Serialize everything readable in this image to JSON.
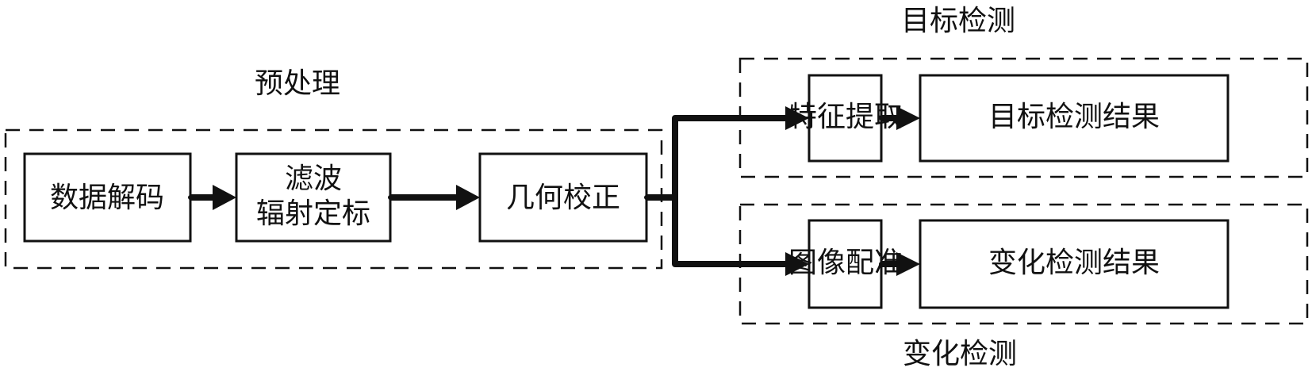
{
  "groups": {
    "preprocessing": {
      "title": "预处理"
    },
    "target_detection": {
      "title": "目标检测"
    },
    "change_detection": {
      "title": "变化检测"
    }
  },
  "nodes": {
    "data_decoding": {
      "lines": [
        "数据解码"
      ]
    },
    "filter_calibration": {
      "lines": [
        "滤波",
        "辐射定标"
      ]
    },
    "geometric_correction": {
      "lines": [
        "几何校正"
      ]
    },
    "feature_extraction": {
      "lines": [
        "特征提取"
      ]
    },
    "target_result": {
      "lines": [
        "目标检测结果"
      ]
    },
    "image_registration": {
      "lines": [
        "图像配准"
      ]
    },
    "change_result": {
      "lines": [
        "变化检测结果"
      ]
    }
  },
  "edges": [
    {
      "from": "data_decoding",
      "to": "filter_calibration"
    },
    {
      "from": "filter_calibration",
      "to": "geometric_correction"
    },
    {
      "from": "geometric_correction",
      "to": "feature_extraction"
    },
    {
      "from": "geometric_correction",
      "to": "image_registration"
    },
    {
      "from": "feature_extraction",
      "to": "target_result"
    },
    {
      "from": "image_registration",
      "to": "change_result"
    }
  ],
  "colors": {
    "stroke": "#111111",
    "background": "#ffffff"
  }
}
